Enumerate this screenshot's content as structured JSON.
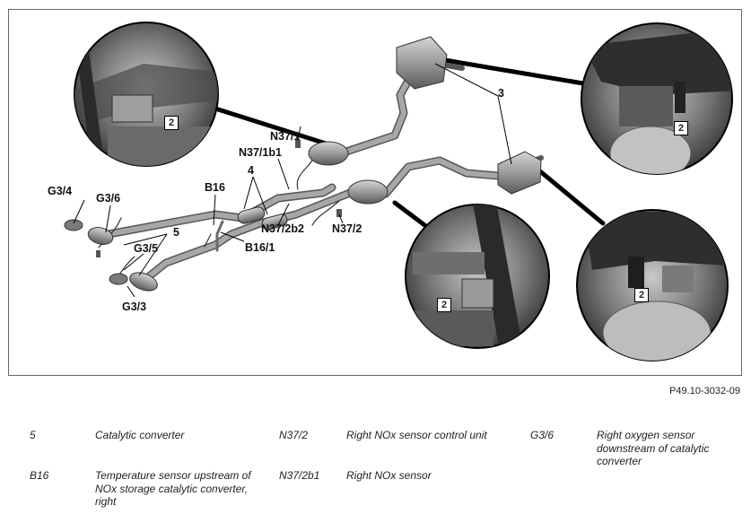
{
  "figure": {
    "labels": {
      "g3_4": "G3/4",
      "g3_6": "G3/6",
      "g3_5": "G3/5",
      "g3_3": "G3/3",
      "five": "5",
      "b16": "B16",
      "b16_1": "B16/1",
      "four": "4",
      "n37_1": "N37/1",
      "n37_1b1": "N37/1b1",
      "n37_2b2": "N37/2b2",
      "n37_2": "N37/2",
      "three": "3"
    },
    "detail_callouts": [
      "2",
      "2",
      "2",
      "2"
    ],
    "figure_id": "P49.10-3032-09"
  },
  "legend": {
    "rows": [
      [
        {
          "code": "5",
          "text": "Catalytic converter"
        },
        {
          "code": "N37/2",
          "text": "Right NOx sensor control unit"
        },
        {
          "code": "G3/6",
          "text": "Right oxygen sensor downstream of catalytic converter"
        }
      ],
      [
        {
          "code": "B16",
          "text": "Temperature sensor upstream of NOx storage catalytic converter, right"
        },
        {
          "code": "N37/2b1",
          "text": "Right NOx sensor"
        }
      ]
    ]
  },
  "colors": {
    "pipe": "#8c8c8c",
    "pipe_dark": "#5e5e5e",
    "photo_dark": "#3a3a3a",
    "photo_light": "#b8b8b8",
    "leader": "#000000"
  }
}
